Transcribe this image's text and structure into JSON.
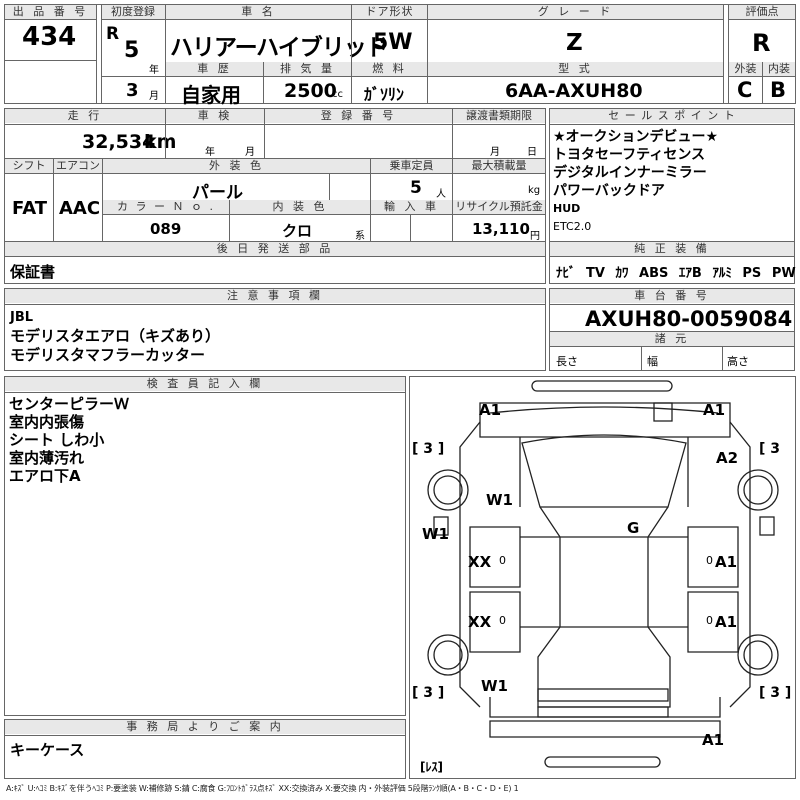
{
  "lot": {
    "label": "出 品 番 号",
    "value": "434"
  },
  "first_reg": {
    "label": "初度登録",
    "era": "R",
    "year": "5",
    "year_unit": "年",
    "month": "3",
    "month_unit": "月"
  },
  "car_name": {
    "label": "車 名",
    "value": "ハリアーハイブリッド"
  },
  "door": {
    "label": "ドア形状",
    "value": "5W"
  },
  "grade": {
    "label": "グ レ ー ド",
    "value": "Z"
  },
  "score": {
    "label": "評価点",
    "value": "R"
  },
  "history": {
    "label": "車 歴",
    "value": "自家用"
  },
  "displacement": {
    "label": "排 気 量",
    "value": "2500",
    "unit": "cc"
  },
  "fuel": {
    "label": "燃 料",
    "value": "ｶﾞｿﾘﾝ"
  },
  "model": {
    "label": "型 式",
    "value": "6AA-AXUH80"
  },
  "ext_grade": {
    "label": "外装",
    "value": "C"
  },
  "int_grade": {
    "label": "内装",
    "value": "B"
  },
  "mileage": {
    "label": "走 行",
    "value": "32,534",
    "unit": "km"
  },
  "inspection": {
    "label": "車 検",
    "year_unit": "年",
    "month_unit": "月"
  },
  "reg_no": {
    "label": "登 録 番 号"
  },
  "transfer": {
    "label": "譲渡書類期限",
    "month_unit": "月",
    "day_unit": "日"
  },
  "shift": {
    "label": "シフト",
    "value": "FAT"
  },
  "ac": {
    "label": "エアコン",
    "value": "AAC"
  },
  "ext_color": {
    "label": "外 装 色",
    "value": "パール"
  },
  "capacity": {
    "label": "乗車定員",
    "value": "5",
    "unit": "人"
  },
  "max_load": {
    "label": "最大積載量",
    "unit": "kg"
  },
  "color_no": {
    "label": "カ ラ ー Ｎ ｏ .",
    "value": "089"
  },
  "int_color": {
    "label": "内 装 色",
    "value": "クロ",
    "unit": "系"
  },
  "import": {
    "label": "輸 入 車"
  },
  "recycle": {
    "label": "リサイクル預託金",
    "value": "13,110",
    "unit": "円"
  },
  "later_parts": {
    "label": "後 日 発 送 部 品",
    "value": "保証書"
  },
  "sales_points": {
    "label": "セ ー ル ス ポ イ ン ト",
    "lines": [
      "★オークションデビュー★",
      "トヨタセーフティセンス",
      "デジタルインナーミラー",
      "パワーバックドア",
      "HUD",
      "ETC2.0"
    ]
  },
  "equipment": {
    "label": "純 正 装 備",
    "items": [
      "ﾅﾋﾞ",
      "TV",
      "ｶﾜ",
      "ABS",
      "ｴｱB",
      "ｱﾙﾐ",
      "PS",
      "PW"
    ]
  },
  "notes": {
    "label": "注 意 事 項 欄",
    "lines": [
      "JBL",
      "モデリスタエアロ（キズあり）",
      "モデリスタマフラーカッター"
    ]
  },
  "chassis": {
    "label": "車 台 番 号",
    "value": "AXUH80-0059084"
  },
  "dimensions": {
    "label": "諸 元",
    "length": "長さ",
    "width": "幅",
    "height": "高さ"
  },
  "inspector": {
    "label": "検 査 員 記 入 欄",
    "lines": [
      "センターピラーＷ",
      "室内内張傷",
      "シート しわ小",
      "室内薄汚れ",
      "エアロ下A"
    ]
  },
  "office": {
    "label": "事 務 局 よ り ご 案 内",
    "value": "キーケース"
  },
  "diagram": {
    "marks": [
      {
        "id": "front-left",
        "text": "A1"
      },
      {
        "id": "front-right",
        "text": "A1"
      },
      {
        "id": "fender-front-right",
        "text": "A2"
      },
      {
        "id": "fender-front-left",
        "text": "W1"
      },
      {
        "id": "pillar-left",
        "text": "W1"
      },
      {
        "id": "windshield",
        "text": "G"
      },
      {
        "id": "door-fl",
        "text": "XX"
      },
      {
        "id": "door-fr",
        "text": "A1"
      },
      {
        "id": "door-rl",
        "text": "XX"
      },
      {
        "id": "door-rr",
        "text": "A1"
      },
      {
        "id": "fender-rear-left",
        "text": "W1"
      },
      {
        "id": "rear",
        "text": "A1"
      },
      {
        "id": "tire-fl",
        "text": "[ 3 ]"
      },
      {
        "id": "tire-fr",
        "text": "[ 3"
      },
      {
        "id": "tire-rl",
        "text": "[ 3 ]"
      },
      {
        "id": "tire-rr",
        "text": "[ 3 ]"
      },
      {
        "id": "spare",
        "text": "[ﾚｽ]"
      },
      {
        "id": "door-fl-zero",
        "text": "0"
      },
      {
        "id": "door-fr-zero",
        "text": "0"
      },
      {
        "id": "door-rl-zero",
        "text": "0"
      },
      {
        "id": "door-rr-zero",
        "text": "0"
      }
    ]
  },
  "legend": "A:ｷｽﾞ U:ﾍｺﾐ B:ｷｽﾞを伴うﾍｺﾐ P:要塗装 W:補修跡 S:錆 C:腐食 G:ﾌﾛﾝﾄｶﾞﾗｽ点ｷｽﾞ XX:交換済み X:要交換 内・外装評価 5段階ﾗﾝｸ順(A・B・C・D・E) 1"
}
